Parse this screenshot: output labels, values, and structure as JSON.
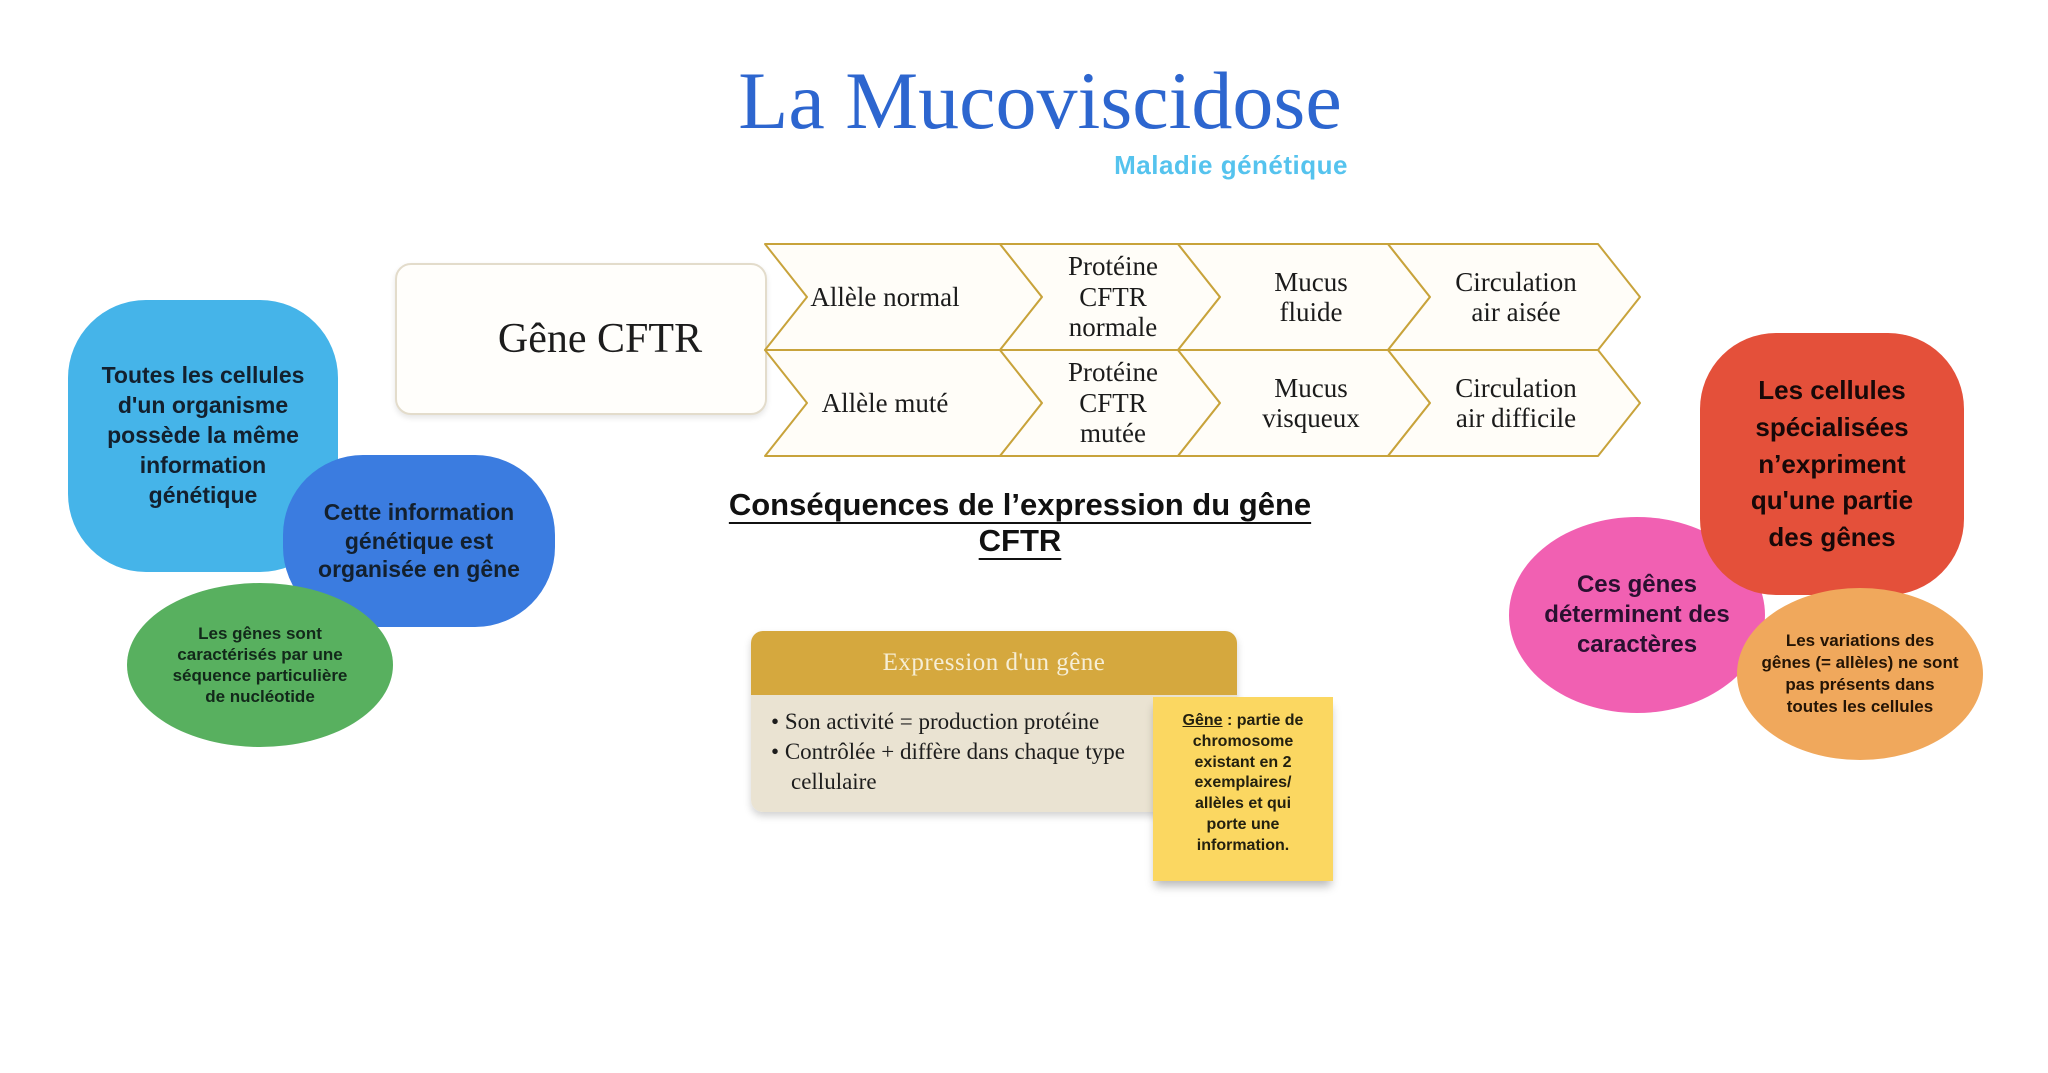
{
  "title": "La Mucoviscidose",
  "subtitle": "Maladie génétique",
  "gene_box": {
    "label": "Gêne CFTR"
  },
  "flow": {
    "rows": [
      {
        "steps": [
          "Allèle normal",
          "Protéine\nCFTR\nnormale",
          "Mucus\nfluide",
          "Circulation\nair aisée"
        ]
      },
      {
        "steps": [
          "Allèle muté",
          "Protéine\nCFTR\nmutée",
          "Mucus\nvisqueux",
          "Circulation\nair difficile"
        ]
      }
    ]
  },
  "heading": "Conséquences de l’expression du gêne CFTR",
  "bubbles": {
    "all_cells": "Toutes les cellules\nd'un organisme\npossède la même\ninformation\ngénétique",
    "info_gene": "Cette information\ngénétique est\norganisée en gêne",
    "gene_sequence": "Les gênes sont\ncaractérisés par une\nséquence particulière\nde nucléotide",
    "gene_characters": "Ces gênes\ndéterminent des\ncaractères",
    "specialized_cells": "Les cellules\nspécialisées\nn’expriment\nqu'une partie\ndes gênes",
    "gene_variations": "Les variations des\ngênes (= allèles) ne sont\npas présents dans\ntoutes les cellules"
  },
  "expression_box": {
    "header": "Expression d'un gêne",
    "bullets": [
      "Son activité = production protéine",
      "Contrôlée + diffère dans chaque type\ncellulaire"
    ]
  },
  "sticky_note": {
    "term": "Gêne",
    "definition": " : partie de\nchromosome\nexistant en 2\nexemplaires/\nallèles et qui\nporte une\ninformation."
  },
  "colors": {
    "title_blue": "#2d66cf",
    "subtitle_blue": "#55c3ee",
    "chevron_gold": "#c8a33b",
    "light_blue_bubble": "#45b4e9",
    "dark_blue_bubble": "#3b7ce0",
    "green_bubble": "#58b05f",
    "red_bubble": "#e4503a",
    "pink_bubble": "#f160b2",
    "orange_bubble": "#f0a85c",
    "expression_header_gold": "#d5a83e",
    "expression_body_beige": "#eae3d2",
    "sticky_yellow": "#fbd761"
  }
}
